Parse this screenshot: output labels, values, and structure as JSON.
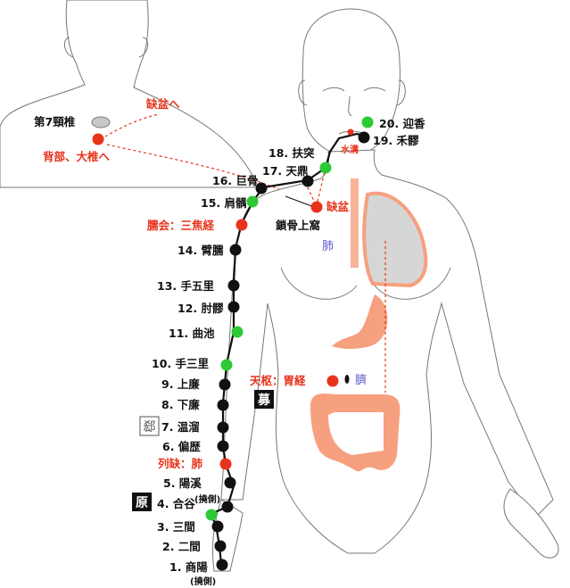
{
  "colors": {
    "black_point": "#111111",
    "green_point": "#2dc936",
    "red_point": "#e8331b",
    "channel_line": "#111111",
    "dotted_link": "#e8331b",
    "organ": "#f6a07f",
    "lung": "#d6d6d6",
    "label_blue": "#5a5ad0"
  },
  "back_view": {
    "c7_label": "第7頸椎",
    "to_quepen": "缺盆へ",
    "back_dazhui": "背部、大椎へ"
  },
  "points": {
    "p20": "20. 迎香",
    "p19": "19. 禾髎",
    "shuigou": "水溝",
    "p18": "18. 扶突",
    "p17": "17. 天鼎",
    "p16": "16. 巨骨",
    "p15": "15. 肩髃",
    "quepen": "缺盆",
    "suogu": "鎖骨上窩",
    "lung": "肺",
    "naohui": "臑会：三焦経",
    "p14": "14. 臂臑",
    "p13": "13. 手五里",
    "p12": "12. 肘髎",
    "p11": "11. 曲池",
    "p10": "10. 手三里",
    "tianshu": "天枢：胃経",
    "navel": "臍",
    "p9": "9. 上廉",
    "mu": "募",
    "p8": "8. 下廉",
    "xi": "郄",
    "p7": "7. 温溜",
    "p6": "6. 偏歴",
    "lieque": "列缺：肺",
    "p5": "5. 陽溪",
    "yuan": "原",
    "p4": "4. 合谷",
    "p4_side": "(撓側)",
    "p3": "3. 三間",
    "p2": "2. 二間",
    "p1": "1. 商陽",
    "p1_side": "(撓側)"
  }
}
